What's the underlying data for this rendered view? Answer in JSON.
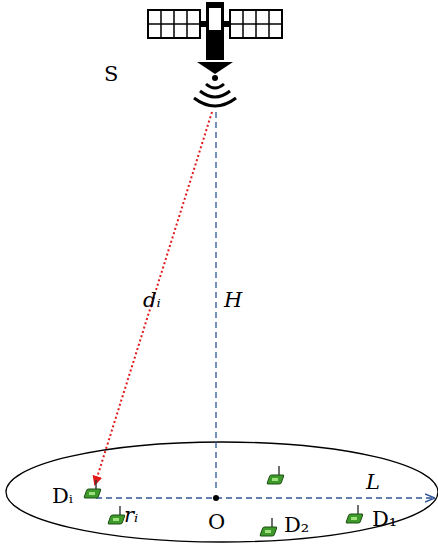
{
  "diagram": {
    "labels": [
      "S",
      "dᵢ",
      "H",
      "L",
      "Dᵢ",
      "rᵢ",
      "O",
      "D₂",
      "D₁"
    ]
  }
}
